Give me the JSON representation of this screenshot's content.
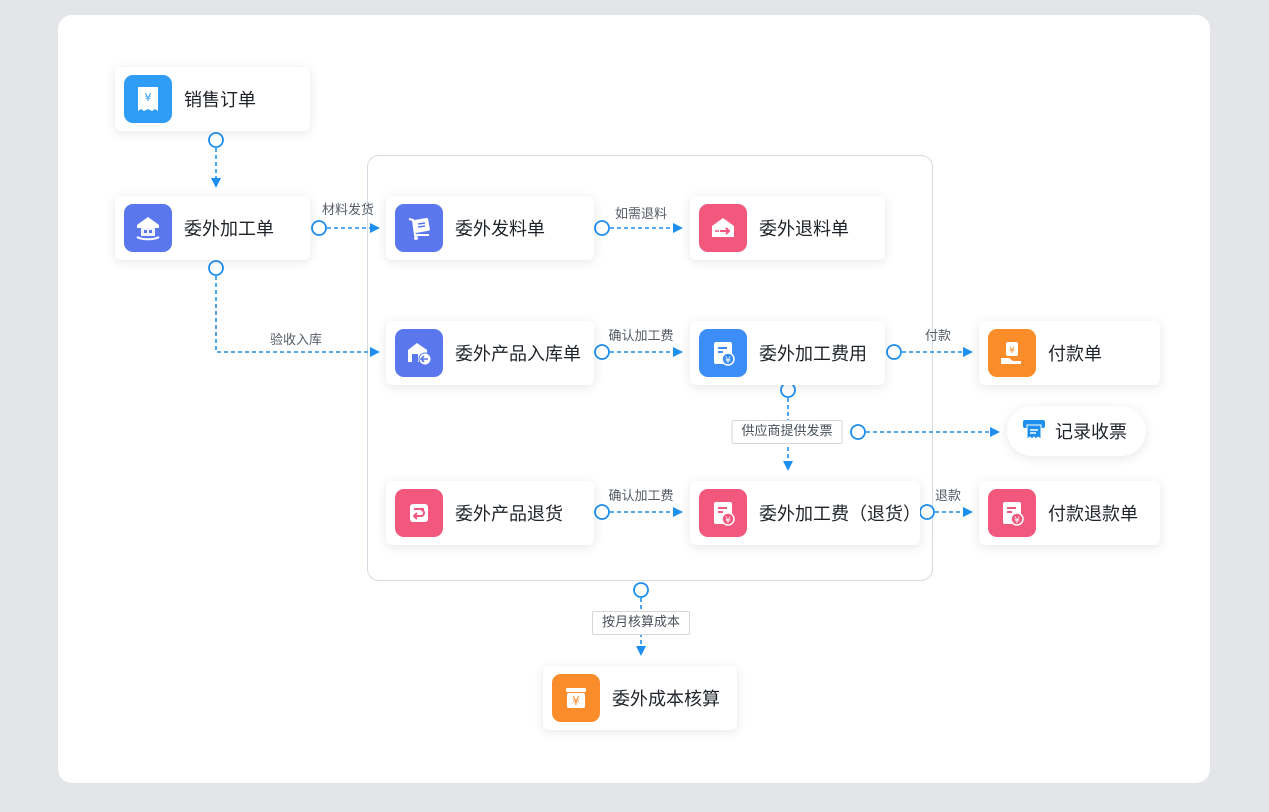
{
  "nodes": {
    "sales_order": "销售订单",
    "outsource_order": "委外加工单",
    "material_issue": "委外发料单",
    "material_return": "委外退料单",
    "product_receipt": "委外产品入库单",
    "processing_fee": "委外加工费用",
    "payment": "付款单",
    "record_invoice": "记录收票",
    "product_return": "委外产品退货",
    "processing_fee_return": "委外加工费（退货）",
    "payment_refund": "付款退款单",
    "cost_accounting": "委外成本核算"
  },
  "edge_labels": {
    "material_delivery": "材料发货",
    "return_if_needed": "如需退料",
    "inspect_receipt": "验收入库",
    "confirm_fee": "确认加工费",
    "pay": "付款",
    "supplier_invoice": "供应商提供发票",
    "confirm_fee_return": "确认加工费",
    "refund": "退款",
    "monthly_cost": "按月核算成本"
  },
  "colors": {
    "edge": "#1f8fef",
    "blue_icon": "#3d8df6",
    "indigo_icon": "#5b77ee",
    "pink_icon": "#f2577e",
    "orange_icon": "#fb8c2a"
  }
}
